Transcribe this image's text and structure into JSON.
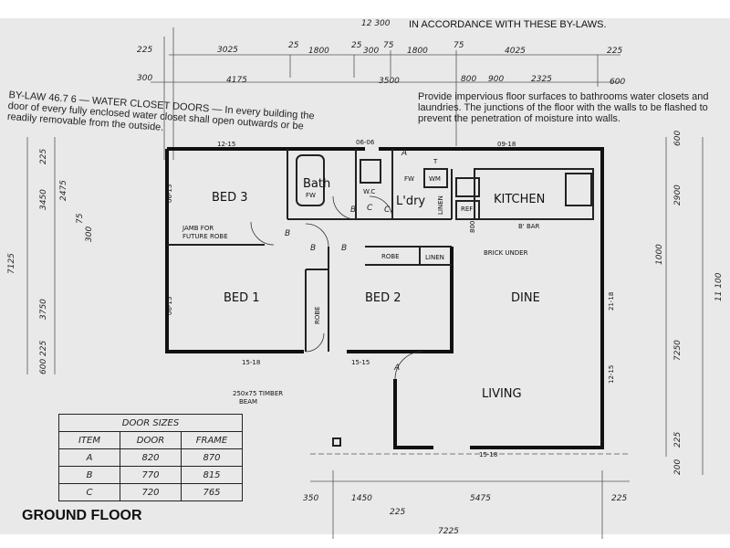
{
  "title": "GROUND FLOOR",
  "notes": {
    "bylaw_top": "IN ACCORDANCE WITH THESE BY-LAWS.",
    "bylaw_wc": "BY-LAW 46.7 6 — WATER CLOSET DOORS — In every building the door of every fully enclosed water closet shall open outwards or be readily removable from the outside.",
    "floors": "Provide impervious floor surfaces to bathrooms water closets and laundries. The junctions of the floor with the walls to be flashed to prevent the penetration of moisture into walls."
  },
  "rooms": {
    "bed3": "BED 3",
    "bath": "Bath",
    "wc": "W.C",
    "ldry": "L'dry",
    "kitchen": "KITCHEN",
    "bed1": "BED 1",
    "bed2": "BED 2",
    "dine": "DINE",
    "living": "LIVING"
  },
  "labels": {
    "jamb1": "JAMB FOR",
    "jamb2": "FUTURE ROBE",
    "robe1": "ROBE",
    "robe2": "ROBE",
    "linen1": "LINEN",
    "linen2": "LINEN",
    "bbar": "B' BAR",
    "brick": "BRICK UNDER",
    "beam1": "250x75 TIMBER",
    "beam2": "BEAM",
    "fw": "FW",
    "wm": "WM",
    "ref": "REF",
    "t": "T",
    "fw2": "FW"
  },
  "door_tags": [
    "A",
    "B",
    "C",
    "B",
    "B",
    "B",
    "C",
    "A"
  ],
  "dims_top_row1": [
    "225",
    "3025",
    "25",
    "1800",
    "25",
    "300",
    "75",
    "1800",
    "75",
    "4025",
    "225"
  ],
  "dims_top_row2": [
    "300",
    "4175",
    "3500",
    "800",
    "900",
    "2325",
    "600"
  ],
  "dim_overall_top": "12 300",
  "dims_left": [
    "225",
    "2475",
    "3450",
    "75",
    "300",
    "7125",
    "3750",
    "225",
    "600"
  ],
  "dims_right": [
    "600",
    "2900",
    "1000",
    "11 100",
    "7250",
    "225",
    "200"
  ],
  "dims_bottom": [
    "350",
    "1450",
    "225",
    "5475",
    "225",
    "7225"
  ],
  "wall_marks": [
    "12-15",
    "06-06",
    "09-18",
    "06-15",
    "06-15",
    "21-18",
    "12-15",
    "15-18",
    "15-15",
    "15-18",
    "800"
  ],
  "door_sizes": {
    "title": "DOOR SIZES",
    "headers": [
      "ITEM",
      "DOOR",
      "FRAME"
    ],
    "rows": [
      [
        "A",
        "820",
        "870"
      ],
      [
        "B",
        "770",
        "815"
      ],
      [
        "C",
        "720",
        "765"
      ]
    ]
  }
}
